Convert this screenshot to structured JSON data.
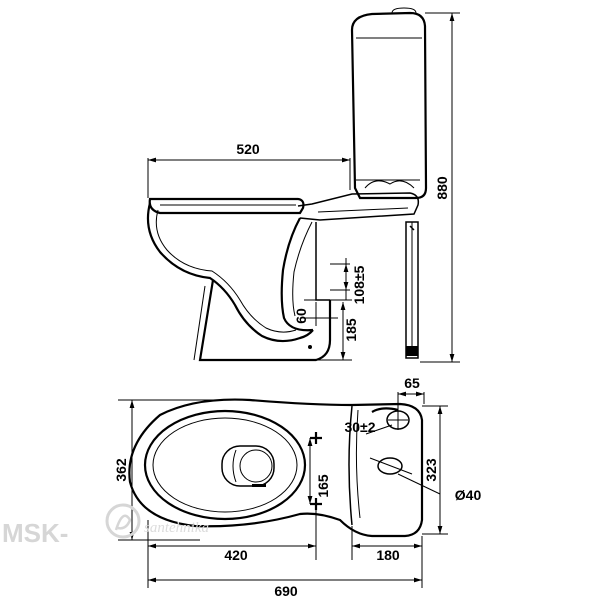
{
  "side_view": {
    "dims": {
      "length_top": "520",
      "height_total": "880",
      "outlet_offset": "108±5",
      "outlet_height": "185",
      "outlet_diameter": "60"
    }
  },
  "top_view": {
    "dims": {
      "inlet_offset": "65",
      "inlet_diameter": "30±2",
      "width_total": "362",
      "tank_width": "323",
      "bolt_spacing": "165",
      "bolt_distance": "420",
      "outlet_distance": "180",
      "length_total": "690",
      "drain_diameter": "Ø40"
    }
  },
  "watermark": {
    "brand": "MSK-",
    "script": "santehnika"
  }
}
